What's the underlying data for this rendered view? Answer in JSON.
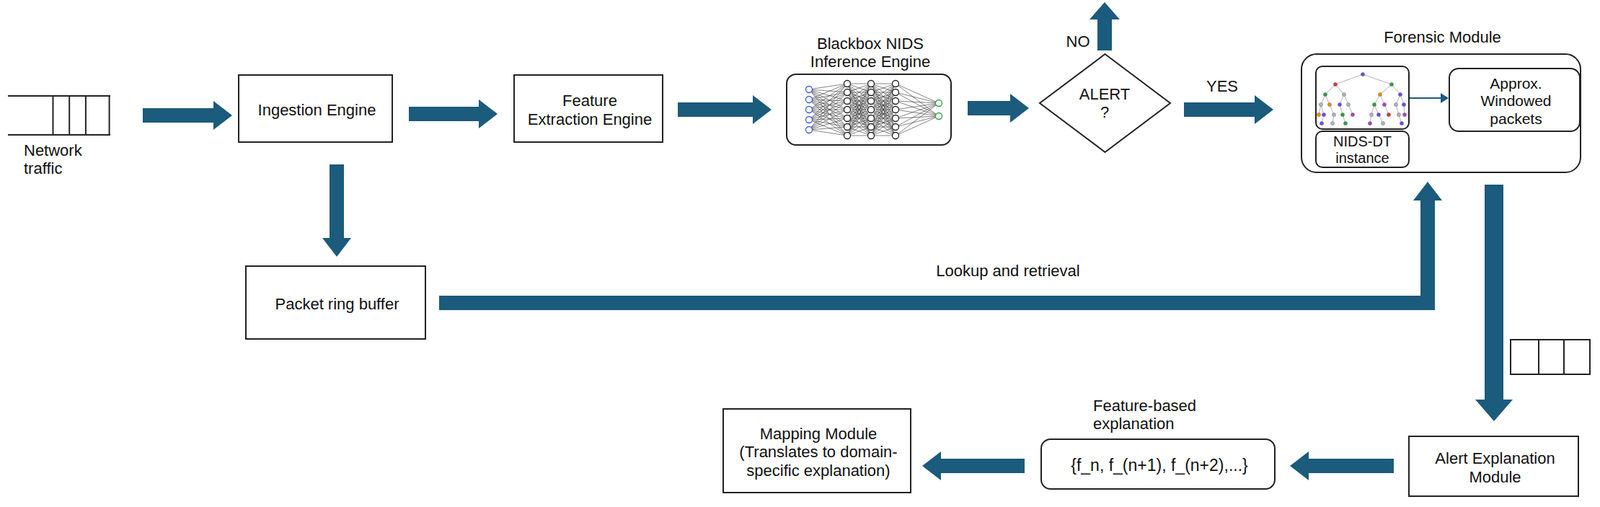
{
  "diagram": {
    "nodes": [
      {
        "text": [
          "Network traffic"
        ]
      },
      {
        "text": [
          "Ingestion Engine"
        ]
      },
      {
        "text": [
          "Feature Extraction Engine"
        ]
      },
      {
        "text": [
          "Blackbox NIDS Inference Engine"
        ]
      },
      {
        "text": [
          "ALERT ?"
        ]
      },
      {
        "text": [
          "Forensic Module"
        ]
      },
      {
        "text": [
          "NIDS-DT instance"
        ],
        "in": 5
      },
      {
        "text": [
          "Approx. Windowed packets"
        ],
        "in": 5
      },
      {
        "text": [
          "Packet ring buffer"
        ]
      },
      {
        "text": [
          "Alert Explanation Module"
        ]
      },
      {
        "text": [
          "Feature-based explanation",
          "{f_n, f_(n+1), f_(n+2),...}"
        ]
      },
      {
        "text": [
          "Mapping Module (Translates to domain-specific explanation)"
        ]
      }
    ],
    "edges": [
      {
        "from": 0,
        "to": 1,
        "arrow": "to"
      },
      {
        "from": 1,
        "to": 2,
        "arrow": "to"
      },
      {
        "from": 2,
        "to": 3,
        "arrow": "to"
      },
      {
        "from": 3,
        "to": 4,
        "arrow": "to"
      },
      {
        "from": 4,
        "to": 5,
        "arrow": "to",
        "label": "YES"
      },
      {
        "from": 1,
        "to": 8,
        "arrow": "to"
      },
      {
        "from": 8,
        "to": 5,
        "arrow": "to",
        "label": "Lookup and retrieval"
      },
      {
        "from": 6,
        "to": 7,
        "arrow": "to"
      },
      {
        "from": 5,
        "to": 9,
        "arrow": "to"
      },
      {
        "from": 9,
        "to": 10,
        "arrow": "to"
      },
      {
        "from": 10,
        "to": 11,
        "arrow": "to"
      }
    ],
    "labels": [
      "NO"
    ]
  }
}
